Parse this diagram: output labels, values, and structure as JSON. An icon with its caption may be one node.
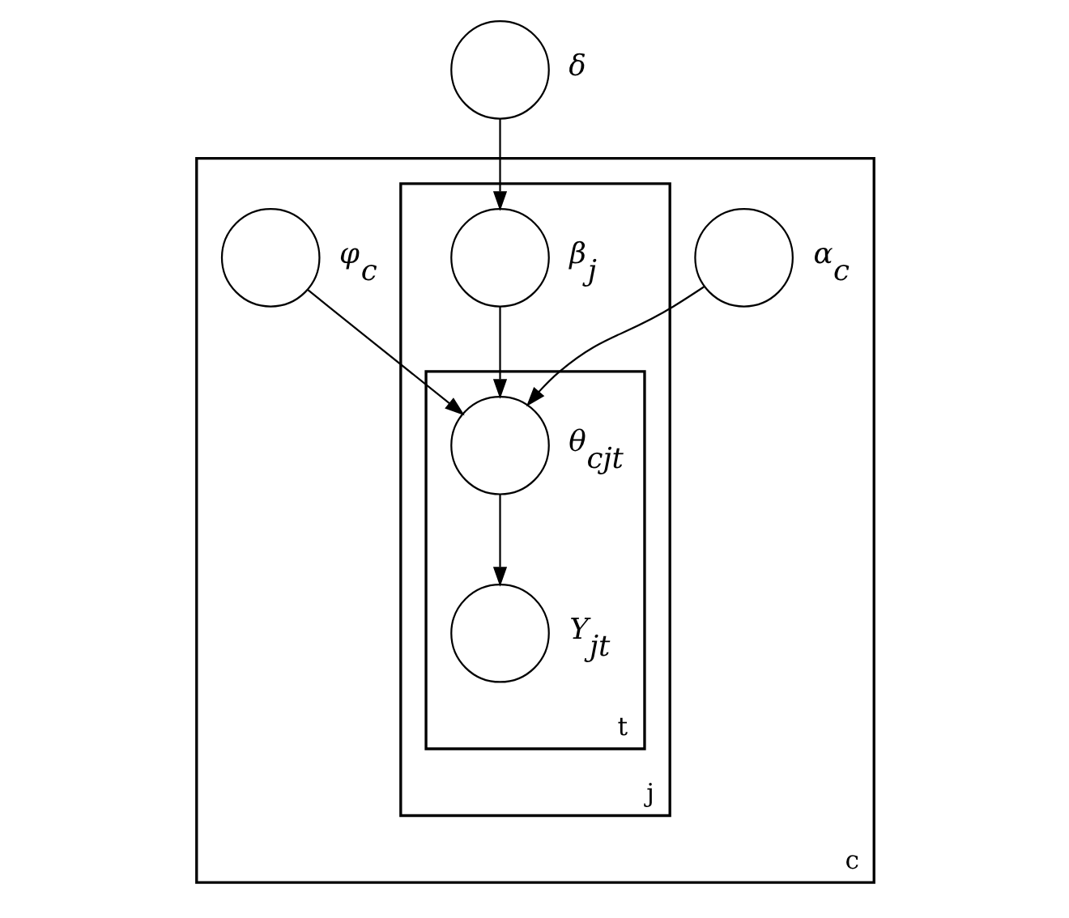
{
  "diagram": {
    "nodes": [
      {
        "text": [],
        "shape": "circle",
        "beside": [
          "δ"
        ]
      },
      {
        "text": [
          "c"
        ]
      },
      {
        "text": [
          "j"
        ],
        "in": 1
      },
      {
        "text": [],
        "shape": "circle",
        "beside": [
          "α$_{c}$"
        ],
        "in": 1
      },
      {
        "text": [],
        "shape": "circle",
        "beside": [
          "β$_{j}$"
        ],
        "in": 2
      },
      {
        "text": [],
        "shape": "circle",
        "beside": [
          "φ$_{c}$"
        ],
        "in": 1
      },
      {
        "text": [
          "t"
        ],
        "in": 2
      },
      {
        "text": [],
        "shape": "circle",
        "beside": [
          "θ$_{cjt}$"
        ],
        "in": 6
      },
      {
        "text": [],
        "shape": "circle",
        "beside": [
          "Y$_{jt}$"
        ],
        "in": 6
      }
    ],
    "edges": [
      {
        "from": 0,
        "to": 4,
        "arrow": "to"
      },
      {
        "from": 3,
        "to": 7,
        "arrow": "to"
      },
      {
        "from": 4,
        "to": 7,
        "arrow": "to"
      },
      {
        "from": 5,
        "to": 7,
        "arrow": "to"
      },
      {
        "from": 7,
        "to": 8,
        "arrow": "to"
      }
    ]
  }
}
